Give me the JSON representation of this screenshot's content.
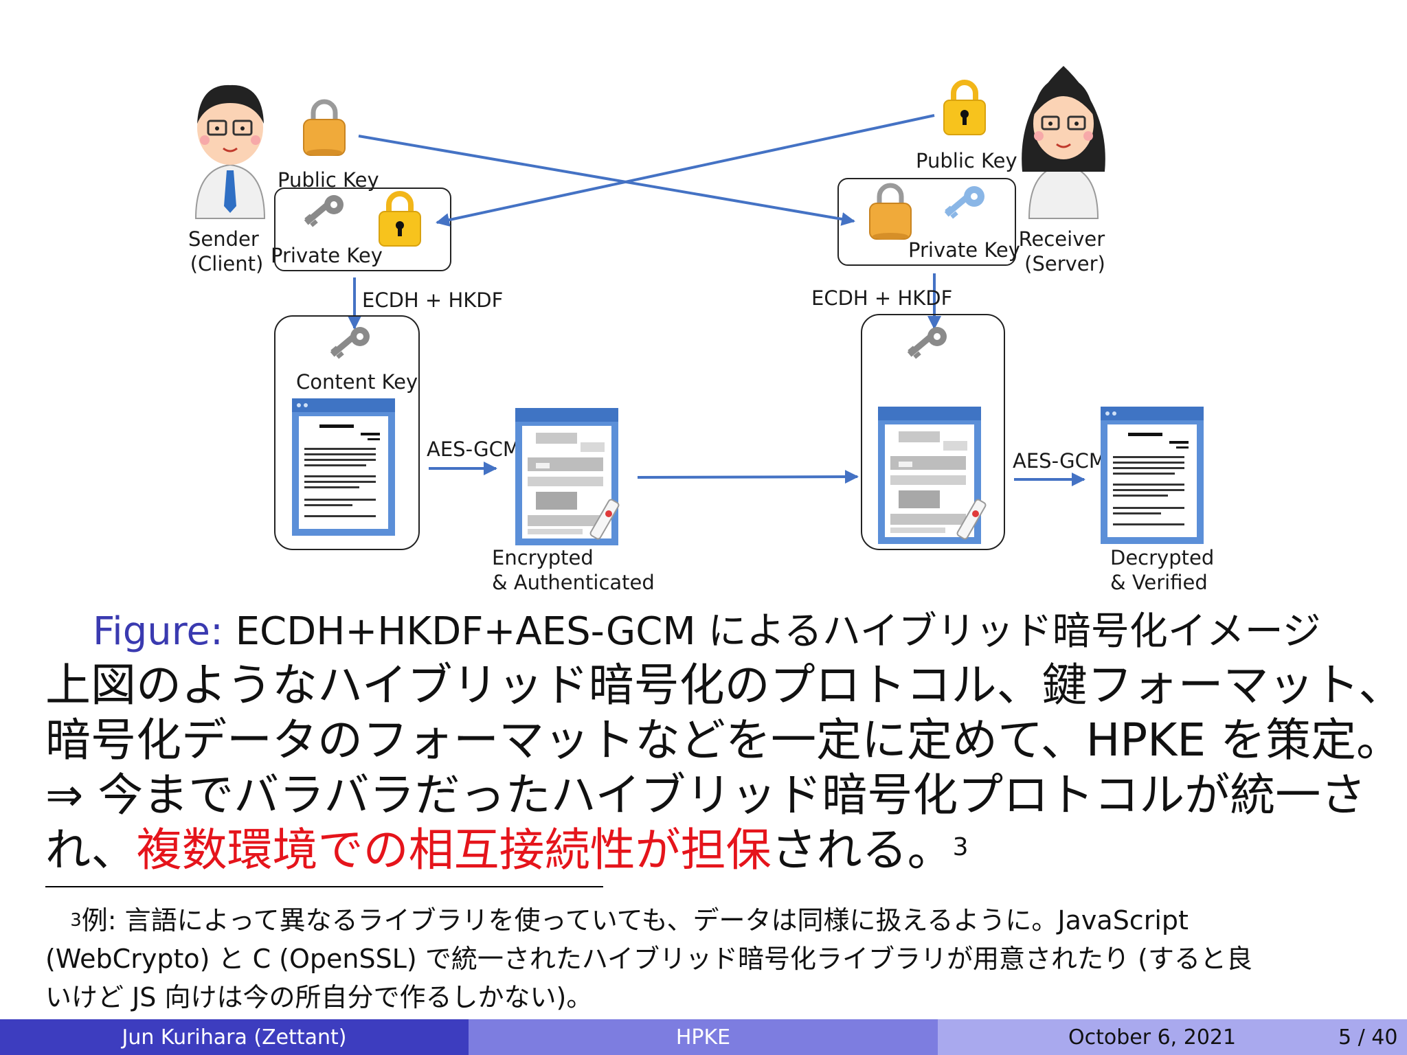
{
  "diagram": {
    "sender_label": [
      "Sender",
      "(Client)"
    ],
    "receiver_label": [
      "Receiver",
      "(Server)"
    ],
    "sender_public_key_label": "Public Key",
    "sender_private_key_label": "Private Key",
    "receiver_public_key_label": "Public Key",
    "receiver_private_key_label": "Private Key",
    "kdf_label_left": "ECDH + HKDF",
    "kdf_label_right": "ECDH + HKDF",
    "content_key_label": "Content Key",
    "cipher_label_left": "AES-GCM",
    "cipher_label_right": "AES-GCM",
    "encrypted_label": [
      "Encrypted",
      "& Authenticated"
    ],
    "decrypted_label": [
      "Decrypted",
      "& Verified"
    ],
    "colors": {
      "arrow": "#4472c4",
      "lock": "#f2b619",
      "doc_frame": "#4f8ad6"
    }
  },
  "caption": {
    "prefix": "Figure:",
    "text": "ECDH+HKDF+AES-GCM によるハイブリッド暗号化イメージ"
  },
  "body": {
    "line1": "上図のようなハイブリッド暗号化のプロトコル、鍵フォーマット、",
    "line2": "暗号化データのフォーマットなどを一定に定めて、HPKE を策定。",
    "line3": "⇒ 今までバラバラだったハイブリッド暗号化プロトコルが統一さ",
    "line4_pre": "れ、",
    "line4_highlight": "複数環境での相互接続性が担保",
    "line4_post": "される。",
    "footnote_mark": "3"
  },
  "footnote": {
    "mark": "3",
    "line1": "例: 言語によって異なるライブラリを使っていても、データは同様に扱えるように。JavaScript",
    "line2": "(WebCrypto) と C (OpenSSL) で統一されたハイブリッド暗号化ライブラリが用意されたり (すると良",
    "line3": "いけど JS 向けは今の所自分で作るしかない)。"
  },
  "footer": {
    "author": "Jun Kurihara  (Zettant)",
    "title": "HPKE",
    "date": "October 6, 2021",
    "page": "5 / 40"
  }
}
